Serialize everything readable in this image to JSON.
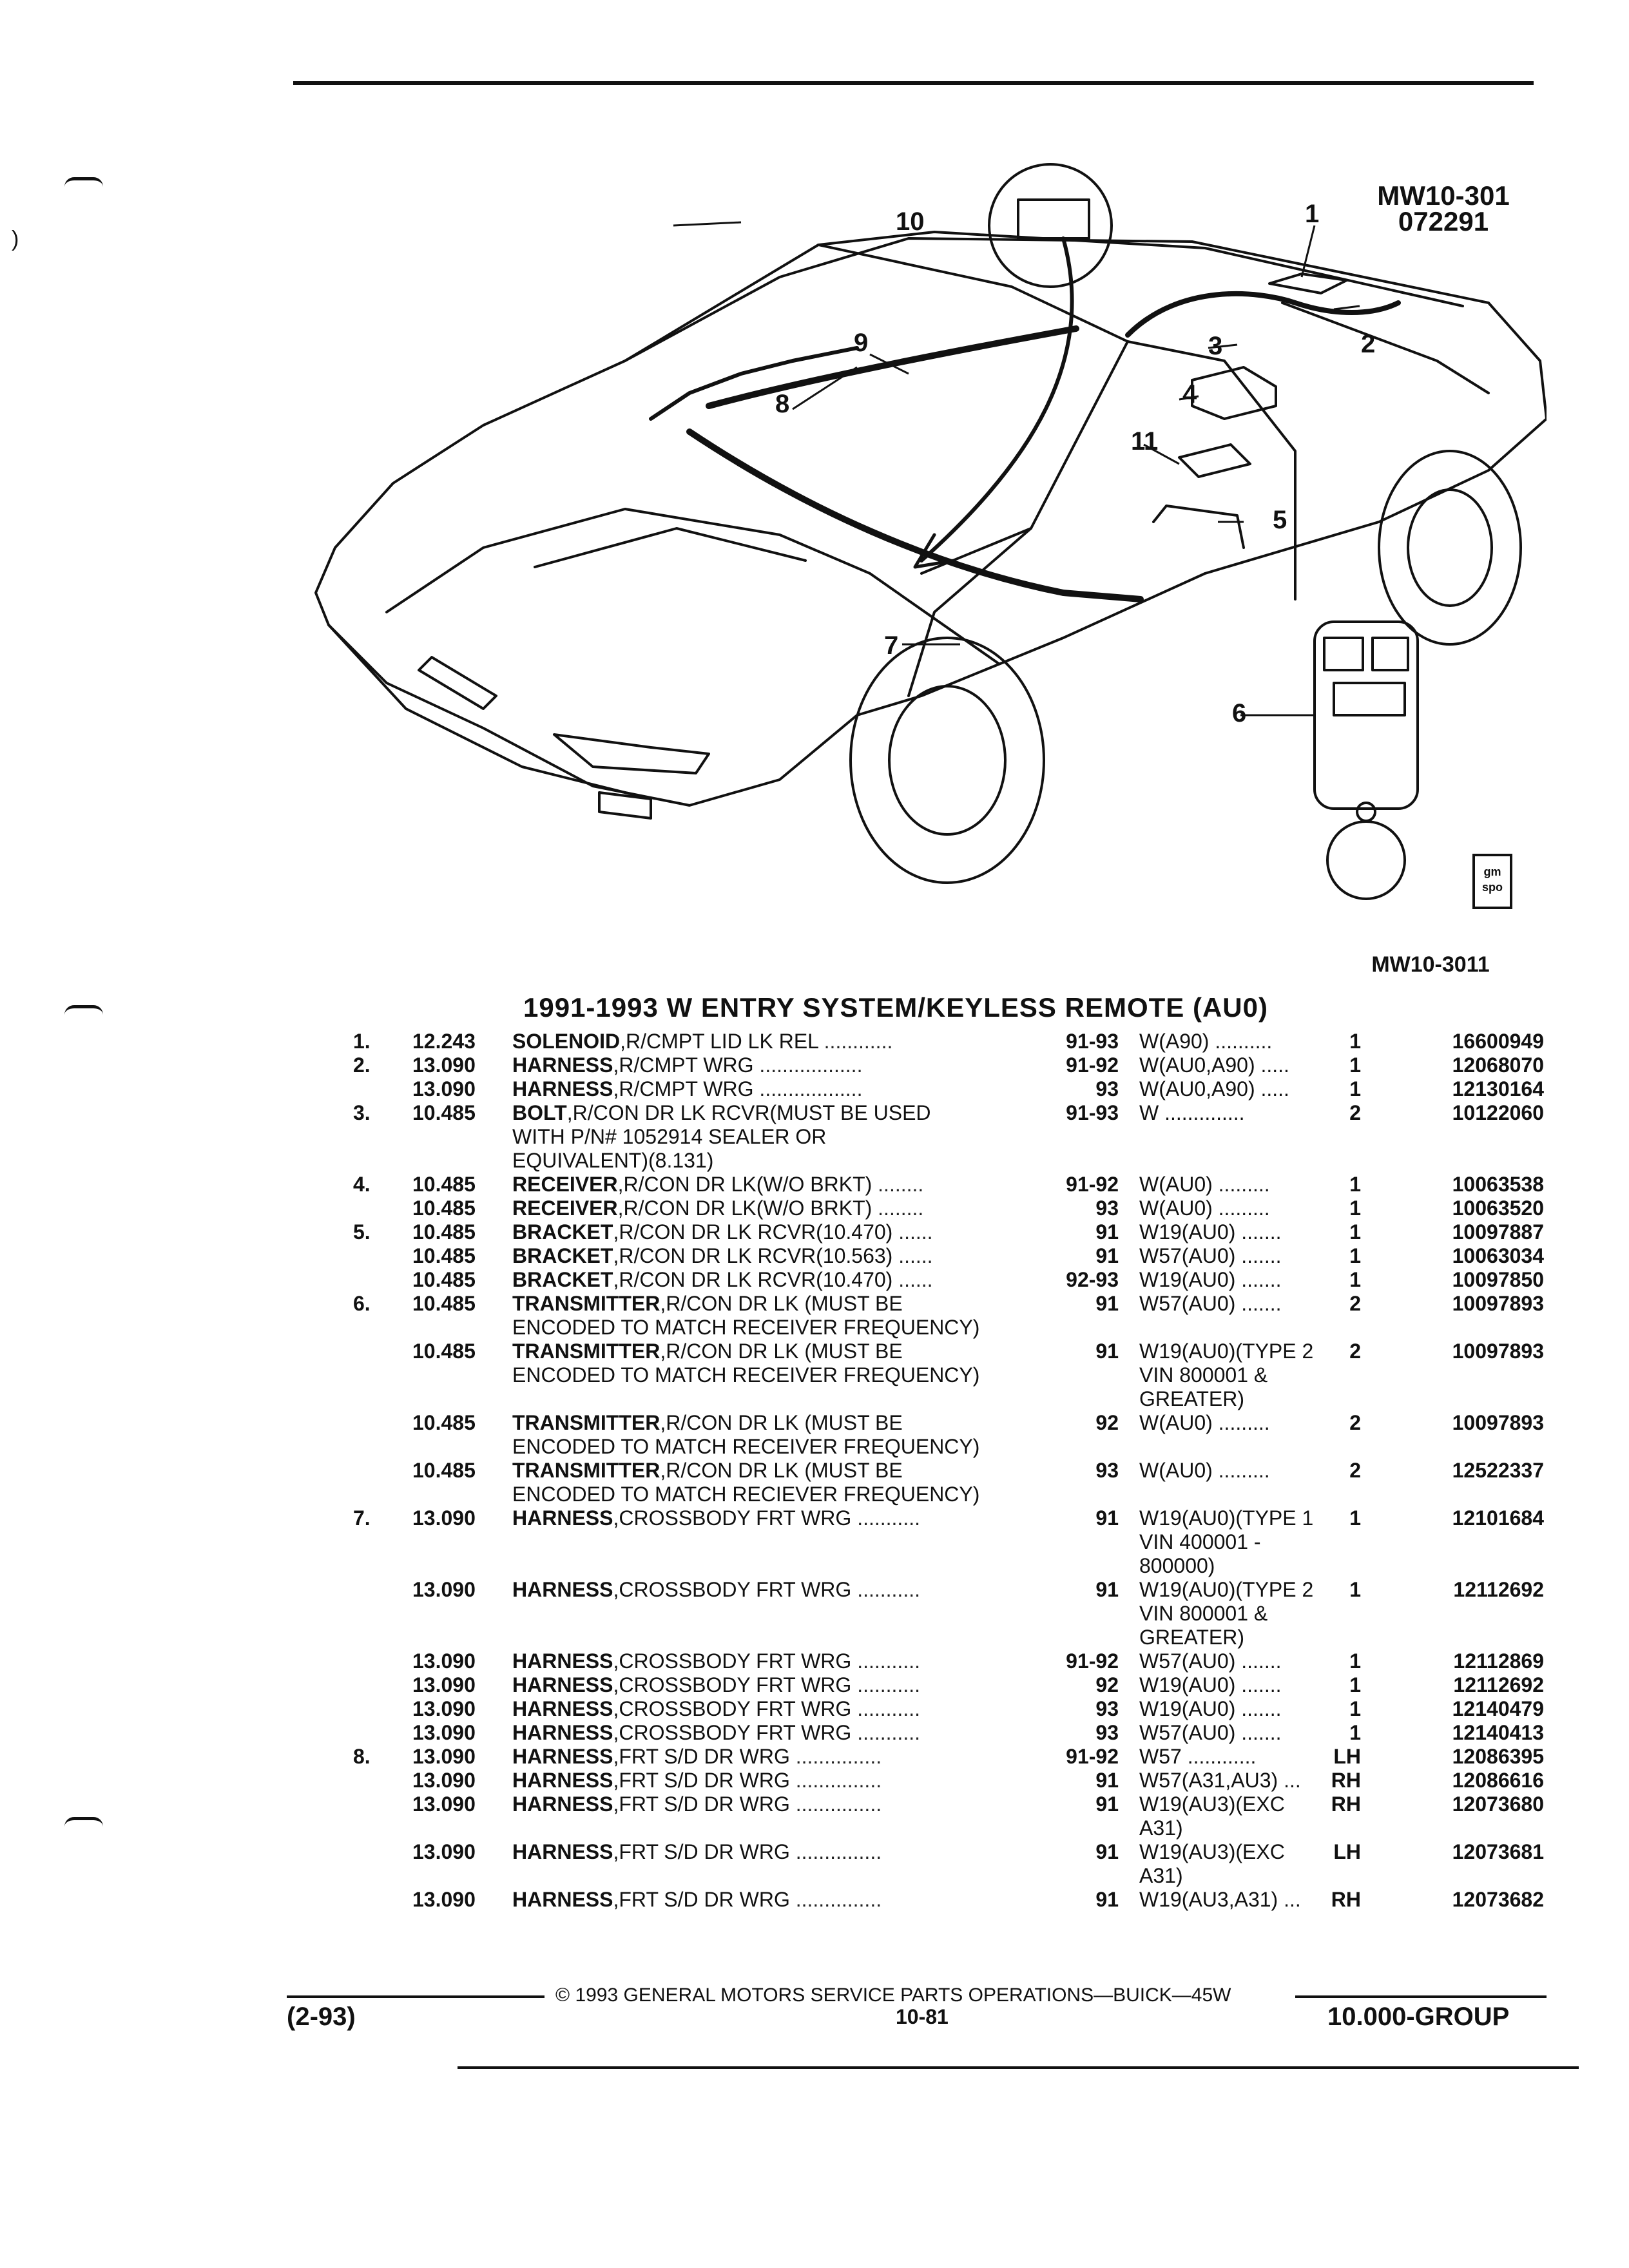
{
  "figure": {
    "ref_code_top": "MW10-301",
    "ref_date": "072291",
    "ref_code_bottom": "MW10-3011",
    "callouts": [
      "1",
      "2",
      "3",
      "4",
      "5",
      "6",
      "7",
      "8",
      "9",
      "10",
      "11"
    ],
    "badge_top": "gm",
    "badge_bottom": "spo"
  },
  "section_title": "1991-1993 W ENTRY SYSTEM/KEYLESS REMOTE (AU0)",
  "rows": [
    {
      "item": "1.",
      "group": "12.243",
      "name": "SOLENOID",
      "desc": ",R/CMPT LID LK REL",
      "dots": " ............",
      "years": "91-93",
      "model": "W(A90)  ..........",
      "qty": "1",
      "part": "16600949"
    },
    {
      "item": "2.",
      "group": "13.090",
      "name": "HARNESS",
      "desc": ",R/CMPT WRG",
      "dots": " ..................",
      "years": "91-92",
      "model": "W(AU0,A90)  .....",
      "qty": "1",
      "part": "12068070"
    },
    {
      "item": "",
      "group": "13.090",
      "name": "HARNESS",
      "desc": ",R/CMPT WRG",
      "dots": " ..................",
      "years": "93",
      "model": "W(AU0,A90)  .....",
      "qty": "1",
      "part": "12130164"
    },
    {
      "item": "3.",
      "group": "10.485",
      "name": "BOLT",
      "desc": ",R/CON DR LK RCVR(MUST BE USED",
      "dots": "",
      "years": "91-93",
      "model": "W  ..............",
      "qty": "2",
      "part": "10122060"
    },
    {
      "item": "",
      "group": "",
      "name": "",
      "desc": "WITH P/N# 1052914 SEALER OR",
      "dots": "",
      "years": "",
      "model": "",
      "qty": "",
      "part": ""
    },
    {
      "item": "",
      "group": "",
      "name": "",
      "desc": "EQUIVALENT)(8.131)",
      "dots": "",
      "years": "",
      "model": "",
      "qty": "",
      "part": ""
    },
    {
      "item": "4.",
      "group": "10.485",
      "name": "RECEIVER",
      "desc": ",R/CON DR LK(W/O BRKT)",
      "dots": "  ........",
      "years": "91-92",
      "model": "W(AU0)  .........",
      "qty": "1",
      "part": "10063538"
    },
    {
      "item": "",
      "group": "10.485",
      "name": "RECEIVER",
      "desc": ",R/CON DR LK(W/O BRKT)",
      "dots": "  ........",
      "years": "93",
      "model": "W(AU0)  .........",
      "qty": "1",
      "part": "10063520"
    },
    {
      "item": "5.",
      "group": "10.485",
      "name": "BRACKET",
      "desc": ",R/CON DR LK RCVR(10.470)",
      "dots": "  ......",
      "years": "91",
      "model": "W19(AU0)  .......",
      "qty": "1",
      "part": "10097887"
    },
    {
      "item": "",
      "group": "10.485",
      "name": "BRACKET",
      "desc": ",R/CON DR LK RCVR(10.563)",
      "dots": "  ......",
      "years": "91",
      "model": "W57(AU0)  .......",
      "qty": "1",
      "part": "10063034"
    },
    {
      "item": "",
      "group": "10.485",
      "name": "BRACKET",
      "desc": ",R/CON DR LK RCVR(10.470)",
      "dots": "  ......",
      "years": "92-93",
      "model": "W19(AU0)  .......",
      "qty": "1",
      "part": "10097850"
    },
    {
      "item": "6.",
      "group": "10.485",
      "name": "TRANSMITTER",
      "desc": ",R/CON DR LK (MUST BE",
      "dots": "",
      "years": "91",
      "model": "W57(AU0)  .......",
      "qty": "2",
      "part": "10097893"
    },
    {
      "item": "",
      "group": "",
      "name": "",
      "desc": "ENCODED TO MATCH RECEIVER FREQUENCY)",
      "dots": "",
      "years": "",
      "model": "",
      "qty": "",
      "part": ""
    },
    {
      "item": "",
      "group": "10.485",
      "name": "TRANSMITTER",
      "desc": ",R/CON DR LK (MUST BE",
      "dots": "",
      "years": "91",
      "model": "W19(AU0)(TYPE 2",
      "qty": "2",
      "part": "10097893"
    },
    {
      "item": "",
      "group": "",
      "name": "",
      "desc": "ENCODED TO MATCH RECEIVER FREQUENCY)",
      "dots": "",
      "years": "",
      "model": "VIN 800001 &",
      "qty": "",
      "part": ""
    },
    {
      "item": "",
      "group": "",
      "name": "",
      "desc": "",
      "dots": "",
      "years": "",
      "model": "GREATER)",
      "qty": "",
      "part": ""
    },
    {
      "item": "",
      "group": "10.485",
      "name": "TRANSMITTER",
      "desc": ",R/CON DR LK (MUST BE",
      "dots": "",
      "years": "92",
      "model": "W(AU0)  .........",
      "qty": "2",
      "part": "10097893"
    },
    {
      "item": "",
      "group": "",
      "name": "",
      "desc": "ENCODED TO MATCH RECEIVER FREQUENCY)",
      "dots": "",
      "years": "",
      "model": "",
      "qty": "",
      "part": ""
    },
    {
      "item": "",
      "group": "10.485",
      "name": "TRANSMITTER",
      "desc": ",R/CON DR LK (MUST BE",
      "dots": "",
      "years": "93",
      "model": "W(AU0)  .........",
      "qty": "2",
      "part": "12522337"
    },
    {
      "item": "",
      "group": "",
      "name": "",
      "desc": "ENCODED TO MATCH RECIEVER FREQUENCY)",
      "dots": "",
      "years": "",
      "model": "",
      "qty": "",
      "part": ""
    },
    {
      "item": "7.",
      "group": "13.090",
      "name": "HARNESS",
      "desc": ",CROSSBODY FRT WRG",
      "dots": " ...........",
      "years": "91",
      "model": "W19(AU0)(TYPE 1",
      "qty": "1",
      "part": "12101684"
    },
    {
      "item": "",
      "group": "",
      "name": "",
      "desc": "",
      "dots": "",
      "years": "",
      "model": "VIN 400001 -",
      "qty": "",
      "part": ""
    },
    {
      "item": "",
      "group": "",
      "name": "",
      "desc": "",
      "dots": "",
      "years": "",
      "model": "800000)",
      "qty": "",
      "part": ""
    },
    {
      "item": "",
      "group": "13.090",
      "name": "HARNESS",
      "desc": ",CROSSBODY FRT WRG",
      "dots": " ...........",
      "years": "91",
      "model": "W19(AU0)(TYPE 2",
      "qty": "1",
      "part": "12112692"
    },
    {
      "item": "",
      "group": "",
      "name": "",
      "desc": "",
      "dots": "",
      "years": "",
      "model": "VIN 800001 &",
      "qty": "",
      "part": ""
    },
    {
      "item": "",
      "group": "",
      "name": "",
      "desc": "",
      "dots": "",
      "years": "",
      "model": "GREATER)",
      "qty": "",
      "part": ""
    },
    {
      "item": "",
      "group": "13.090",
      "name": "HARNESS",
      "desc": ",CROSSBODY FRT WRG",
      "dots": " ...........",
      "years": "91-92",
      "model": "W57(AU0)  .......",
      "qty": "1",
      "part": "12112869"
    },
    {
      "item": "",
      "group": "13.090",
      "name": "HARNESS",
      "desc": ",CROSSBODY FRT WRG",
      "dots": " ...........",
      "years": "92",
      "model": "W19(AU0)  .......",
      "qty": "1",
      "part": "12112692"
    },
    {
      "item": "",
      "group": "13.090",
      "name": "HARNESS",
      "desc": ",CROSSBODY FRT WRG",
      "dots": " ...........",
      "years": "93",
      "model": "W19(AU0)  .......",
      "qty": "1",
      "part": "12140479"
    },
    {
      "item": "",
      "group": "13.090",
      "name": "HARNESS",
      "desc": ",CROSSBODY FRT WRG",
      "dots": " ...........",
      "years": "93",
      "model": "W57(AU0)  .......",
      "qty": "1",
      "part": "12140413"
    },
    {
      "item": "8.",
      "group": "13.090",
      "name": "HARNESS",
      "desc": ",FRT S/D DR WRG",
      "dots": "   ...............",
      "years": "91-92",
      "model": "W57  ............",
      "qty": "LH",
      "part": "12086395"
    },
    {
      "item": "",
      "group": "13.090",
      "name": "HARNESS",
      "desc": ",FRT S/D DR WRG",
      "dots": "   ...............",
      "years": "91",
      "model": "W57(A31,AU3)  ...",
      "qty": "RH",
      "part": "12086616"
    },
    {
      "item": "",
      "group": "13.090",
      "name": "HARNESS",
      "desc": ",FRT S/D DR WRG",
      "dots": "   ...............",
      "years": "91",
      "model": "W19(AU3)(EXC",
      "qty": "RH",
      "part": "12073680"
    },
    {
      "item": "",
      "group": "",
      "name": "",
      "desc": "",
      "dots": "",
      "years": "",
      "model": "A31)",
      "qty": "",
      "part": ""
    },
    {
      "item": "",
      "group": "13.090",
      "name": "HARNESS",
      "desc": ",FRT S/D DR WRG",
      "dots": "   ...............",
      "years": "91",
      "model": "W19(AU3)(EXC",
      "qty": "LH",
      "part": "12073681"
    },
    {
      "item": "",
      "group": "",
      "name": "",
      "desc": "",
      "dots": "",
      "years": "",
      "model": "A31)",
      "qty": "",
      "part": ""
    },
    {
      "item": "",
      "group": "13.090",
      "name": "HARNESS",
      "desc": ",FRT S/D DR WRG",
      "dots": "   ...............",
      "years": "91",
      "model": "W19(AU3,A31)  ...",
      "qty": "RH",
      "part": "12073682"
    }
  ],
  "footer": {
    "copyright": "© 1993 GENERAL MOTORS SERVICE PARTS OPERATIONS—BUICK—45W",
    "date_code": "(2-93)",
    "page_number": "10-81",
    "group_label": "10.000-GROUP"
  }
}
